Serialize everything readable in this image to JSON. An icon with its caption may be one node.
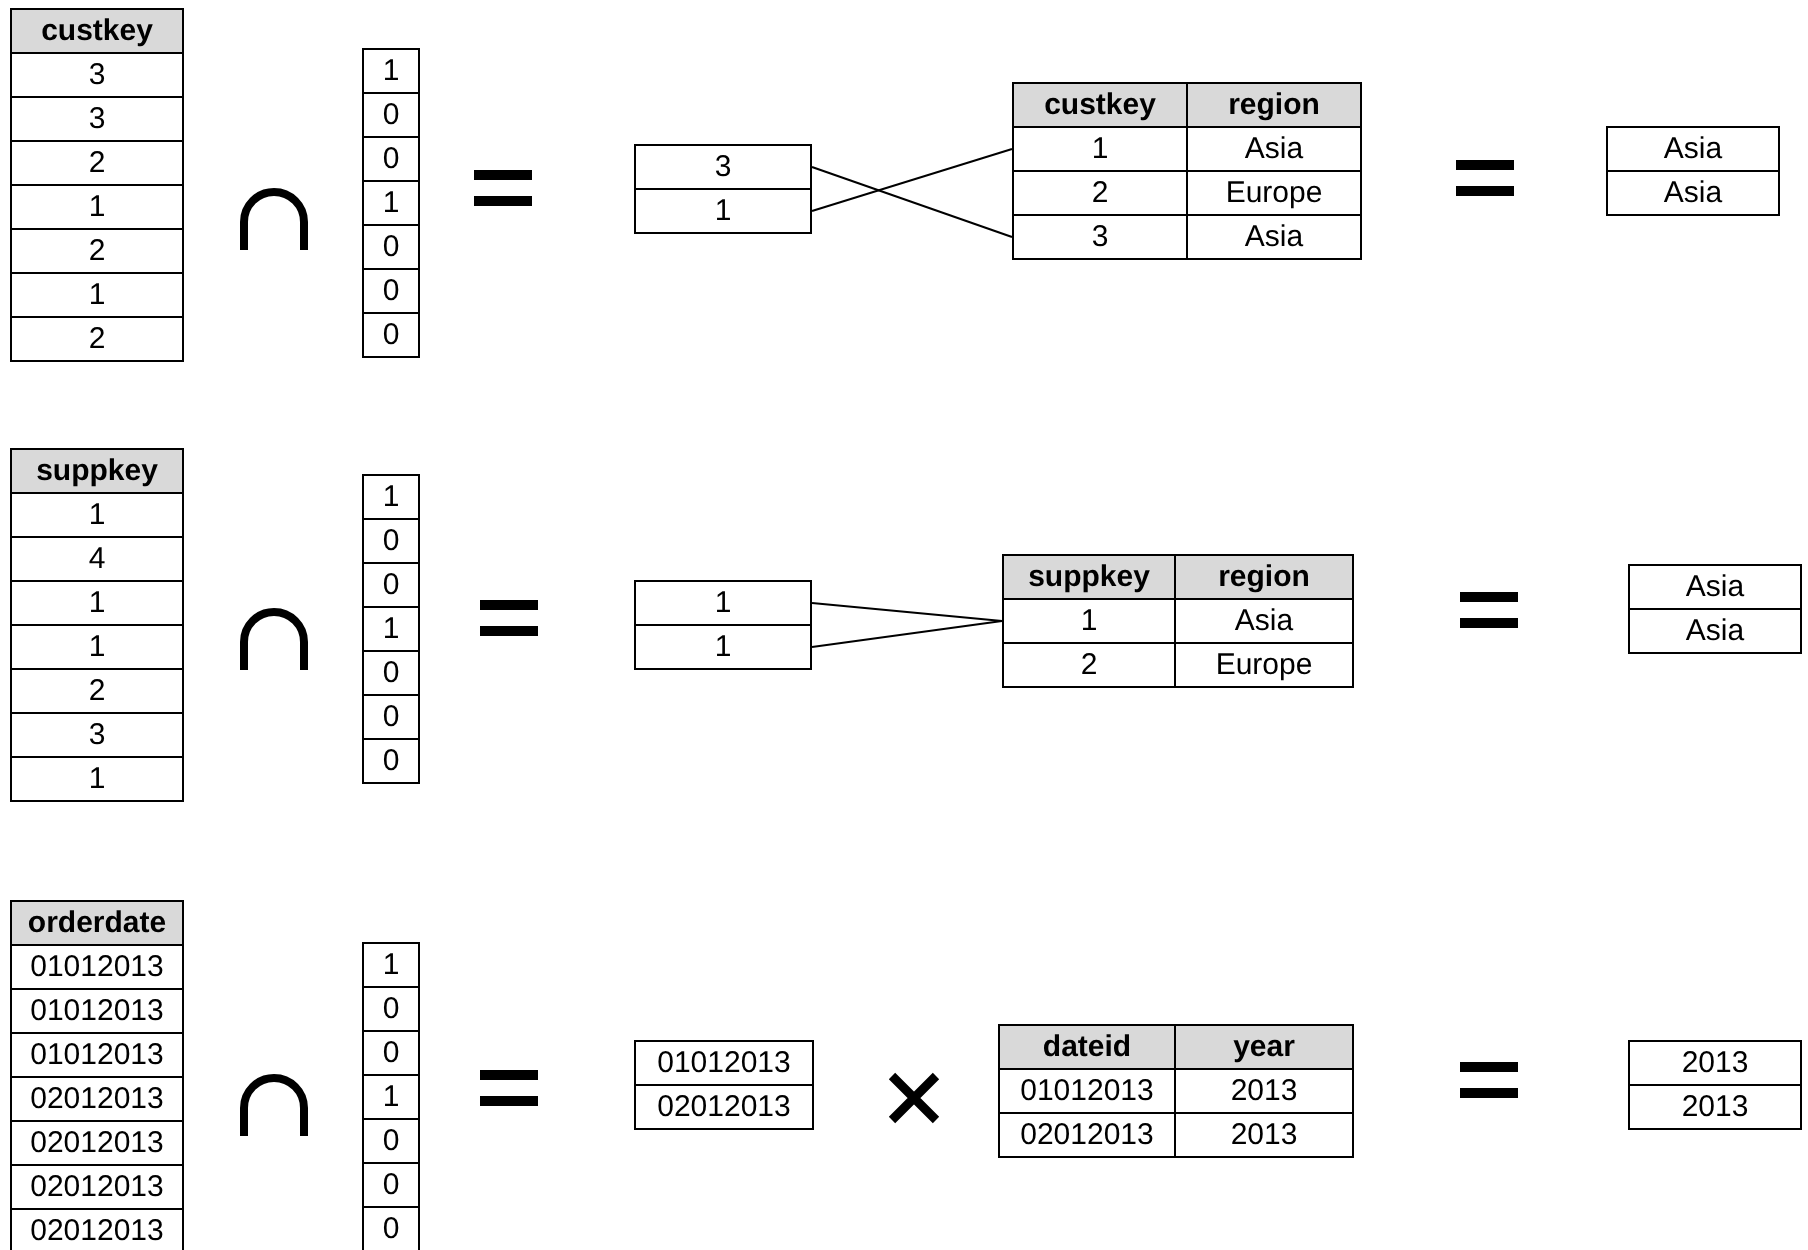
{
  "diagram": {
    "nodes": [
      {
        "text": [
          "3"
        ]
      },
      {
        "text": [
          "1"
        ]
      },
      {
        "text": [
          "1"
        ]
      },
      {
        "text": [
          "3"
        ]
      },
      {
        "text": [
          "1"
        ]
      },
      {
        "text": [
          "1"
        ]
      },
      {
        "text": [
          "1"
        ]
      }
    ],
    "edges": [
      {
        "from": 0,
        "to": 3,
        "arrow": "none"
      },
      {
        "from": 1,
        "to": 2,
        "arrow": "none"
      },
      {
        "from": 4,
        "to": 6,
        "arrow": "none"
      },
      {
        "from": 5,
        "to": 6,
        "arrow": "none"
      }
    ],
    "labels": [
      "custkey",
      "3",
      "3",
      "2",
      "1",
      "2",
      "1",
      "2",
      "1",
      "0",
      "0",
      "1",
      "0",
      "0",
      "0",
      "custkey",
      "region",
      "Asia",
      "2",
      "Europe",
      "Asia",
      "Asia",
      "Asia",
      "suppkey",
      "1",
      "4",
      "1",
      "1",
      "2",
      "3",
      "1",
      "1",
      "0",
      "0",
      "1",
      "0",
      "0",
      "0",
      "suppkey",
      "region",
      "Asia",
      "2",
      "Europe",
      "Asia",
      "Asia",
      "orderdate",
      "01012013",
      "01012013",
      "01012013",
      "02012013",
      "02012013",
      "02012013",
      "02012013",
      "1",
      "0",
      "0",
      "1",
      "0",
      "0",
      "0",
      "01012013",
      "02012013",
      "dateid",
      "year",
      "01012013",
      "2013",
      "02012013",
      "2013",
      "2013",
      "2013"
    ]
  }
}
